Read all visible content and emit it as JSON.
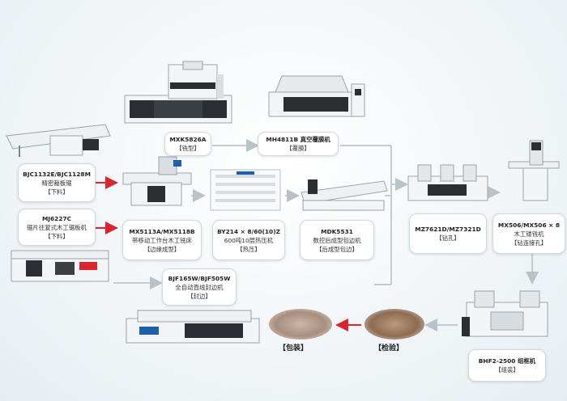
{
  "nodes": {
    "bjc": {
      "model": "BJC1132E/BJC1128M",
      "name": "精密裁板锯",
      "stage": "【下料】"
    },
    "mj": {
      "model": "MJ6227C",
      "name": "锯片往复式木工锯板机",
      "stage": "【下料】"
    },
    "mxk": {
      "model": "MXK5826A",
      "stage": "【铣型】"
    },
    "mh": {
      "model": "MH4811B 真空覆膜机",
      "stage": "【覆膜】"
    },
    "mx5113": {
      "model": "MX5113A/MX5118B",
      "name": "带移动工作台木工铣床",
      "stage": "【边缘成型】"
    },
    "by": {
      "model": "BY214 × 8/60(10)Z",
      "name": "600吨10层热压机",
      "stage": "【热压】"
    },
    "mdk": {
      "model": "MDK5531",
      "name": "数控后成型包边机",
      "stage": "【后成型包边】"
    },
    "mz": {
      "model": "MZ7621D/MZ7321D",
      "stage": "【钻孔】"
    },
    "mx506": {
      "model": "MX506/MX506 × 8",
      "name": "木工镂铣机",
      "stage": "【钻连接孔】"
    },
    "bjf": {
      "model": "BJF165W/BJF505W",
      "name": "全自动直线封边机",
      "stage": "【封边】"
    },
    "bhf": {
      "model": "BHF2-2500 组框机",
      "stage": "【组装】"
    }
  },
  "stages": {
    "packing": "【包装】",
    "inspection": "【检验】"
  },
  "colors": {
    "arrow_red": "#d9262c",
    "arrow_gray": "#c3ccd2",
    "machine_white": "#f2f4f5",
    "machine_blue": "#1e5fa8",
    "machine_dark": "#2b2f33"
  }
}
